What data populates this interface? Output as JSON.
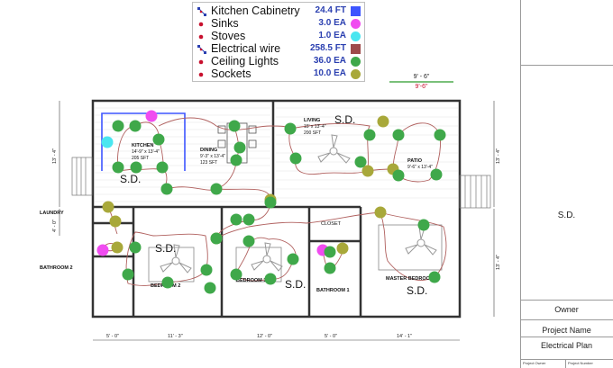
{
  "legend": {
    "items": [
      {
        "label": "Kitchen Cabinetry",
        "quantity": "24.4 FT",
        "swatch": "#3d55ff",
        "swatch_shape": "square",
        "icon": "cabinet-icon"
      },
      {
        "label": "Sinks",
        "quantity": "3.0 EA",
        "swatch": "#f04cf0",
        "swatch_shape": "circle",
        "icon": "sink-icon"
      },
      {
        "label": "Stoves",
        "quantity": "1.0 EA",
        "swatch": "#4ae6f0",
        "swatch_shape": "circle",
        "icon": "stove-icon"
      },
      {
        "label": "Electrical wire",
        "quantity": "258.5 FT",
        "swatch": "#9e4a4a",
        "swatch_shape": "square",
        "icon": "wire-icon"
      },
      {
        "label": "Ceiling Lights",
        "quantity": "36.0 EA",
        "swatch": "#3fa84a",
        "swatch_shape": "circle",
        "icon": "light-icon"
      },
      {
        "label": "Sockets",
        "quantity": "10.0 EA",
        "swatch": "#a8a83a",
        "swatch_shape": "circle",
        "icon": "socket-icon"
      }
    ]
  },
  "rooms": {
    "kitchen_name": "KITCHEN",
    "kitchen_dims": "14'-9\" x 13'-4\"",
    "kitchen_area": "205 SFT",
    "dining_name": "DINING",
    "dining_dims": "9'-3\" x 13'-4\"",
    "dining_area": "123 SFT",
    "living_name": "LIVING",
    "living_dims": "15' x 13'-4\"",
    "living_area": "200 SFT",
    "patio_name": "PATIO",
    "patio_dims": "9'-6\" x 13'-4\"",
    "laundry": "LAUNDRY",
    "bathroom2": "BATHROOM 2",
    "bedroom2": "BEDROOM 2",
    "bedroom1": "BEDROOM 1",
    "closet": "CLOSET",
    "bathroom1": "BATHROOM 1",
    "master": "MASTER BEDROOM"
  },
  "smoke_detector": "S.D.",
  "dimensions": {
    "top_green": "9' - 6\"",
    "top_red": "9'-6\"",
    "left_upper": "13' - 4\"",
    "left_lower": "4' - 0\"",
    "right_upper": "13' - 4\"",
    "right_lower": "13' - 4\"",
    "bottom": [
      "5' - 0\"",
      "11' - 3\"",
      "12' - 0\"",
      "5' - 0\"",
      "14' - 1\""
    ]
  },
  "title_block": {
    "sd": "S.D.",
    "owner": "Owner",
    "project_name": "Project Name",
    "sheet": "Electrical Plan",
    "footer_left": "Project Owner",
    "footer_right": "Project Number"
  },
  "colors": {
    "wire": "#b0605e",
    "light": "#3fa84a",
    "socket": "#a8a83a",
    "sink": "#f04cf0",
    "stove": "#4ae6f0",
    "cabinet": "#3d55ff",
    "wall": "#333333"
  }
}
